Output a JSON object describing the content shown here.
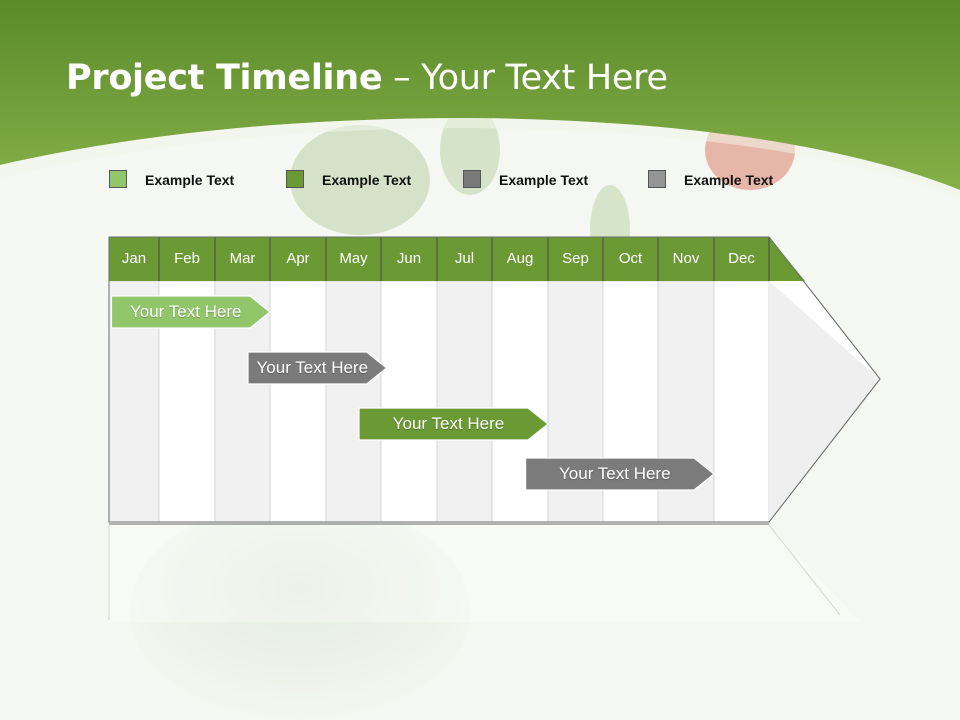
{
  "slide": {
    "title_bold": "Project Timeline",
    "title_rest": " – Your Text Here"
  },
  "legend": [
    {
      "label": "Example Text",
      "color": "#92c66b"
    },
    {
      "label": "Example Text",
      "color": "#6b9a34"
    },
    {
      "label": "Example Text",
      "color": "#7a7a7a"
    },
    {
      "label": "Example Text",
      "color": "#959595"
    }
  ],
  "timeline": {
    "months": [
      "Jan",
      "Feb",
      "Mar",
      "Apr",
      "May",
      "Jun",
      "Jul",
      "Aug",
      "Sep",
      "Oct",
      "Nov",
      "Dec"
    ],
    "header_color": "#6b9a34",
    "tasks": [
      {
        "label": "Your  Text Here",
        "start_month": 1.05,
        "end_month": 4.0,
        "color": "#92c66b"
      },
      {
        "label": "Your  Text Here",
        "start_month": 3.6,
        "end_month": 6.1,
        "color": "#7b7b7b"
      },
      {
        "label": "Your  Text Here",
        "start_month": 5.6,
        "end_month": 9.0,
        "color": "#6b9a34"
      },
      {
        "label": "Your  Text Here",
        "start_month": 8.6,
        "end_month": 12.0,
        "color": "#7b7b7b"
      }
    ]
  }
}
